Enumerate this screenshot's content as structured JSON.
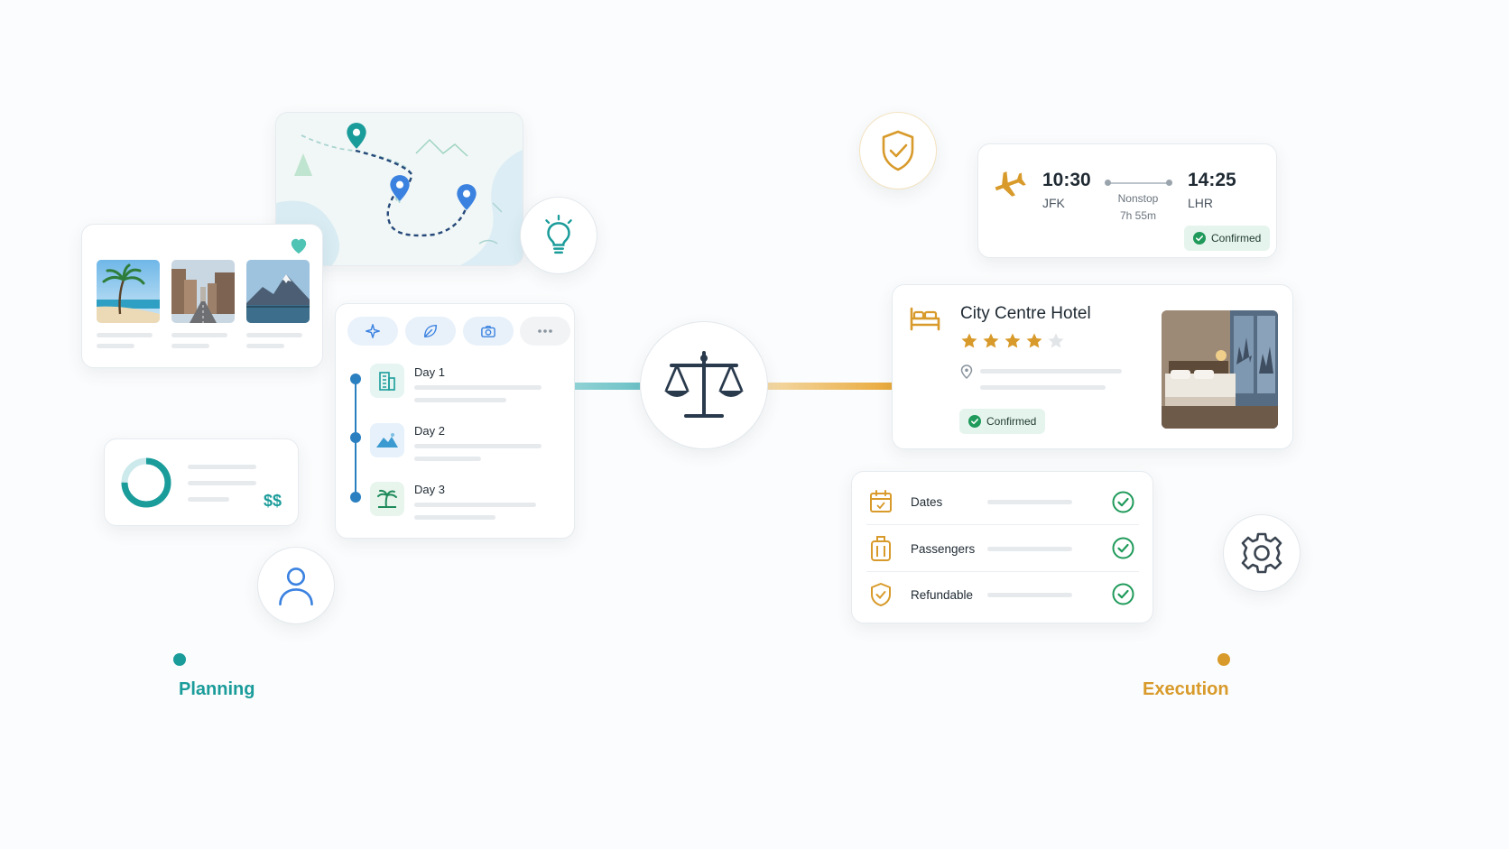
{
  "colors": {
    "teal": "#1a9c9a",
    "gold": "#d89a2a",
    "blue": "#3b82e0",
    "green": "#1f9a5a",
    "navy": "#2a3a4d"
  },
  "itinerary": {
    "days": [
      {
        "label": "Day 1",
        "icon": "building-icon"
      },
      {
        "label": "Day 2",
        "icon": "mountain-icon"
      },
      {
        "label": "Day 3",
        "icon": "palm-tree-icon"
      }
    ],
    "tools": [
      "sparkle-icon",
      "leaf-icon",
      "camera-icon",
      "more-icon"
    ]
  },
  "budget": {
    "currency": "$$",
    "progress": 0.75
  },
  "flight": {
    "depart_time": "10:30",
    "depart_code": "JFK",
    "stops": "Nonstop",
    "duration": "7h 55m",
    "arrive_time": "14:25",
    "arrive_code": "LHR",
    "status": "Confirmed"
  },
  "hotel": {
    "name": "City Centre Hotel",
    "rating": 4,
    "max_rating": 5,
    "status": "Confirmed"
  },
  "checklist": [
    {
      "label": "Dates",
      "icon": "calendar-icon",
      "checked": true
    },
    {
      "label": "Passengers",
      "icon": "luggage-icon",
      "checked": true
    },
    {
      "label": "Refundable",
      "icon": "shield-icon",
      "checked": true
    }
  ],
  "timeline": {
    "start_label": "Planning",
    "end_label": "Execution"
  }
}
